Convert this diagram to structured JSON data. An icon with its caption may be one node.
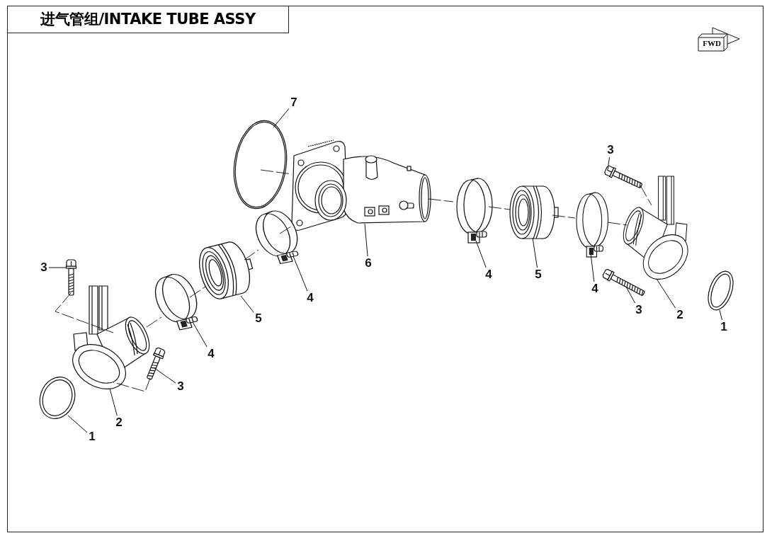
{
  "diagram": {
    "title": "进气管组/INTAKE TUBE ASSY",
    "nodes": [
      {
        "text": [
          "7"
        ]
      },
      {
        "text": [
          "3"
        ]
      },
      {
        "text": [
          "3"
        ]
      },
      {
        "text": [
          "6"
        ]
      },
      {
        "text": [
          "4"
        ]
      },
      {
        "text": [
          "5"
        ]
      },
      {
        "text": [
          "4"
        ]
      },
      {
        "text": [
          "4"
        ]
      },
      {
        "text": [
          "3"
        ]
      },
      {
        "text": [
          "2"
        ]
      },
      {
        "text": [
          "5"
        ]
      },
      {
        "text": [
          "1"
        ]
      },
      {
        "text": [
          "4"
        ]
      },
      {
        "text": [
          "3"
        ]
      },
      {
        "text": [
          "2"
        ]
      },
      {
        "text": [
          "1"
        ]
      },
      {
        "text": [],
        "shape": "picture"
      },
      {
        "text": [],
        "shape": "picture"
      },
      {
        "text": [],
        "shape": "picture"
      },
      {
        "text": [],
        "shape": "picture"
      },
      {
        "text": [],
        "shape": "picture"
      },
      {
        "text": [],
        "shape": "picture"
      },
      {
        "text": [],
        "shape": "picture"
      },
      {
        "text": [],
        "shape": "picture"
      },
      {
        "text": [],
        "shape": "picture"
      },
      {
        "text": [],
        "shape": "picture"
      },
      {
        "text": [],
        "shape": "picture"
      },
      {
        "text": [],
        "shape": "picture"
      },
      {
        "text": [],
        "shape": "picture"
      },
      {
        "text": [],
        "shape": "picture"
      },
      {
        "text": [],
        "shape": "picture"
      },
      {
        "text": [],
        "shape": "picture"
      }
    ],
    "edges": [
      {
        "from": 0,
        "to": 16,
        "arrow": "none"
      },
      {
        "from": 1,
        "to": 21,
        "arrow": "none"
      },
      {
        "from": 2,
        "to": 25,
        "arrow": "none"
      },
      {
        "from": 3,
        "to": 17,
        "arrow": "none"
      },
      {
        "from": 4,
        "to": 18,
        "arrow": "none"
      },
      {
        "from": 5,
        "to": 19,
        "arrow": "none"
      },
      {
        "from": 6,
        "to": 20,
        "arrow": "none"
      },
      {
        "from": 7,
        "to": 30,
        "arrow": "none"
      },
      {
        "from": 8,
        "to": 23,
        "arrow": "none"
      },
      {
        "from": 9,
        "to": 22,
        "arrow": "none"
      },
      {
        "from": 10,
        "to": 29,
        "arrow": "none"
      },
      {
        "from": 11,
        "to": 24,
        "arrow": "none"
      },
      {
        "from": 12,
        "to": 28,
        "arrow": "none"
      },
      {
        "from": 13,
        "to": 27,
        "arrow": "none"
      },
      {
        "from": 14,
        "to": 26,
        "arrow": "none"
      },
      {
        "from": 15,
        "to": 31,
        "arrow": "none"
      },
      {
        "from": 16,
        "to": 17,
        "arrow": "none",
        "style": "dashed"
      },
      {
        "from": 26,
        "to": 28,
        "arrow": "none",
        "style": "dashed"
      },
      {
        "from": 28,
        "to": 29,
        "arrow": "none",
        "style": "dashed"
      },
      {
        "from": 29,
        "to": 30,
        "arrow": "none",
        "style": "dashed"
      },
      {
        "from": 30,
        "to": 17,
        "arrow": "none",
        "style": "dashed"
      },
      {
        "from": 17,
        "to": 18,
        "arrow": "none",
        "style": "dashed"
      },
      {
        "from": 18,
        "to": 19,
        "arrow": "none",
        "style": "dashed"
      },
      {
        "from": 19,
        "to": 20,
        "arrow": "none",
        "style": "dashed"
      },
      {
        "from": 20,
        "to": 22,
        "arrow": "none",
        "style": "dashed"
      },
      {
        "from": 21,
        "to": 22,
        "arrow": "none",
        "style": "dashed"
      },
      {
        "from": 25,
        "to": 26,
        "arrow": "none",
        "style": "dashed"
      },
      {
        "from": 27,
        "to": 26,
        "arrow": "none",
        "style": "dashed"
      }
    ],
    "labels": [
      "FWD"
    ]
  }
}
